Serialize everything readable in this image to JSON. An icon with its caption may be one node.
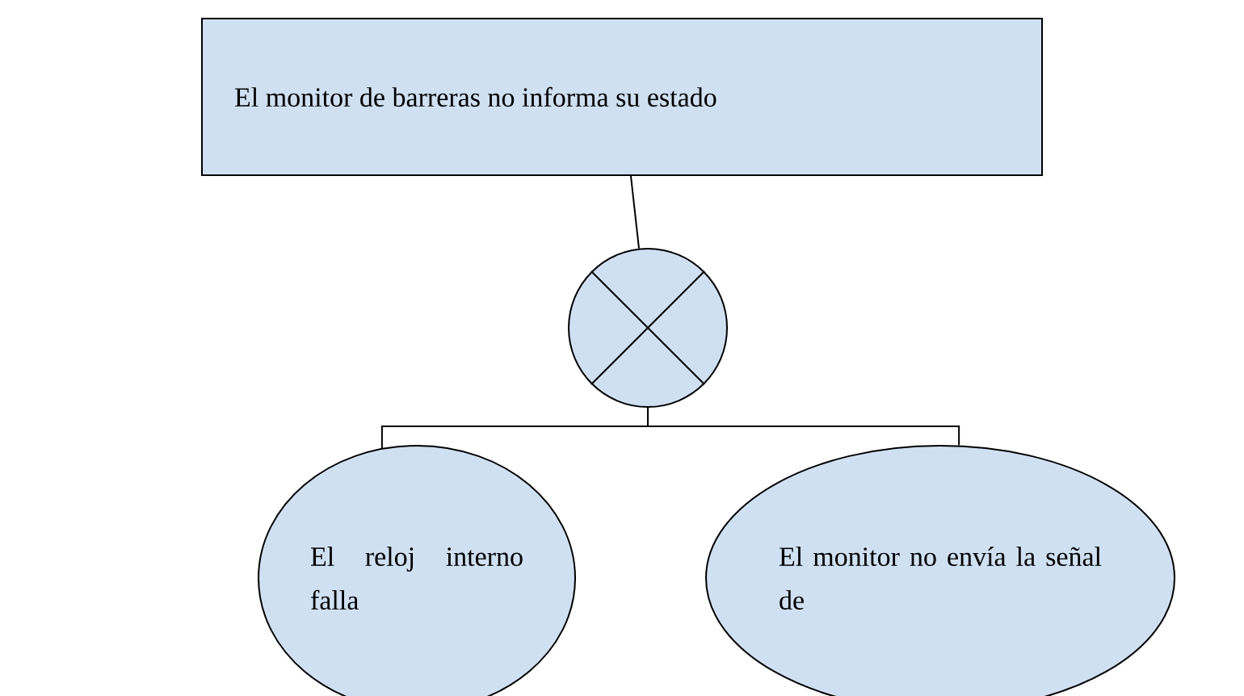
{
  "diagram": {
    "nodes": [
      {
        "text": [
          "El monitor de barreras no informa su estado"
        ]
      },
      {
        "text": [],
        "shape": "circle"
      },
      {
        "text": [
          "El reloj interno falla"
        ]
      },
      {
        "text": [
          "El monitor no envía la señal de"
        ]
      }
    ],
    "edges": [
      {
        "from": 0,
        "to": 1,
        "arrow": "none"
      },
      {
        "from": 1,
        "to": 2,
        "arrow": "none"
      },
      {
        "from": 1,
        "to": 3,
        "arrow": "none"
      }
    ]
  }
}
